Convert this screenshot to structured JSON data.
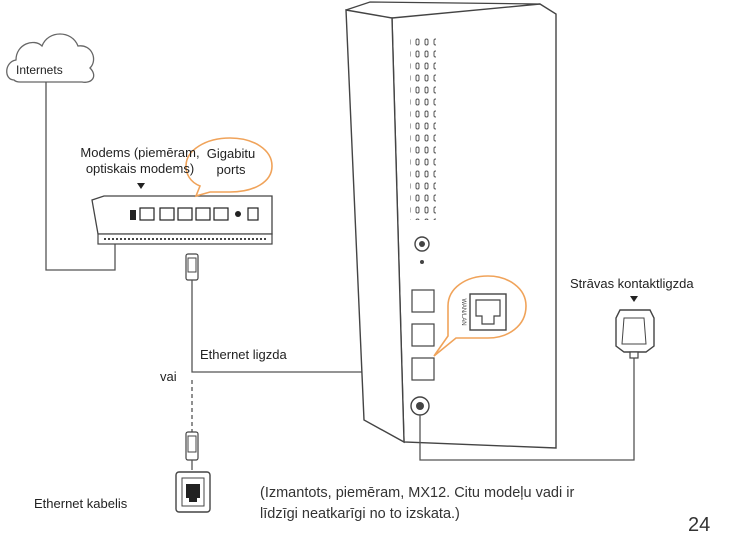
{
  "labels": {
    "internet": "Internets",
    "modem_line1": "Modems (piemēram,",
    "modem_line2": "optiskais modems)",
    "gigabit_line1": "Gigabitu",
    "gigabit_line2": "ports",
    "ethernet_port": "Ethernet ligzda",
    "or": "vai",
    "power_outlet": "Strāvas kontaktligzda",
    "ethernet_cable": "Ethernet kabelis",
    "note_line1": "(Izmantots, piemēram, MX12. Citu modeļu vadi ir",
    "note_line2": "līdzīgi neatkarīgi no to izskata.)",
    "page_number": "24"
  },
  "colors": {
    "callout": "#f0a35a",
    "line": "#555555",
    "device": "#ffffff",
    "device_stroke": "#444444"
  },
  "icons": [
    "cloud-icon",
    "modem-icon",
    "router-icon",
    "power-adapter-icon",
    "ethernet-socket-icon",
    "rj45-plug-icon"
  ]
}
